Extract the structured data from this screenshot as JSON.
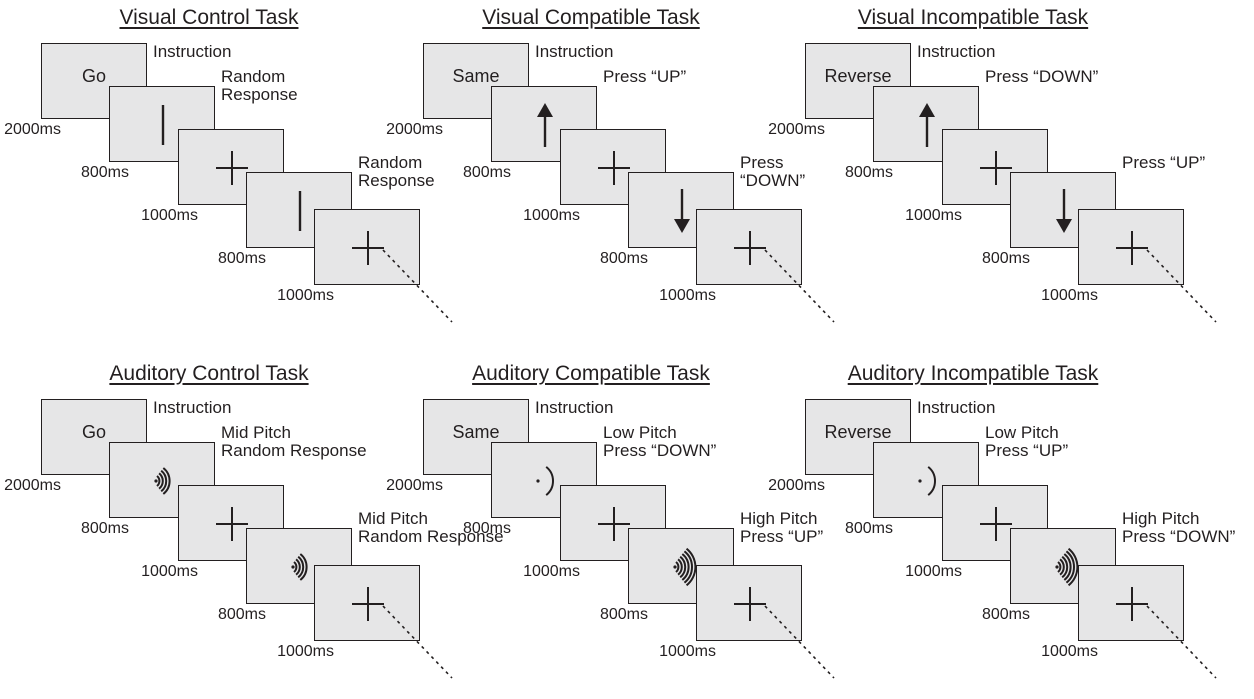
{
  "panels": [
    {
      "title": "Visual Control Task",
      "frames": [
        {
          "stimulus": "word",
          "text": "Go",
          "label": "Instruction",
          "time": "2000ms"
        },
        {
          "stimulus": "bar",
          "label": "Random\nResponse",
          "time": "800ms"
        },
        {
          "stimulus": "cross",
          "label": "",
          "time": "1000ms"
        },
        {
          "stimulus": "bar",
          "label": "Random\nResponse",
          "time": "800ms"
        },
        {
          "stimulus": "cross",
          "label": "",
          "time": "1000ms"
        }
      ]
    },
    {
      "title": "Visual Compatible Task",
      "frames": [
        {
          "stimulus": "word",
          "text": "Same",
          "label": "Instruction",
          "time": "2000ms"
        },
        {
          "stimulus": "arrow-up",
          "label": "Press “UP”",
          "time": "800ms"
        },
        {
          "stimulus": "cross",
          "label": "",
          "time": "1000ms"
        },
        {
          "stimulus": "arrow-down",
          "label": "Press\n“DOWN”",
          "time": "800ms"
        },
        {
          "stimulus": "cross",
          "label": "",
          "time": "1000ms"
        }
      ]
    },
    {
      "title": "Visual Incompatible Task",
      "frames": [
        {
          "stimulus": "word",
          "text": "Reverse",
          "label": "Instruction",
          "time": "2000ms"
        },
        {
          "stimulus": "arrow-up",
          "label": "Press “DOWN”",
          "time": "800ms"
        },
        {
          "stimulus": "cross",
          "label": "",
          "time": "1000ms"
        },
        {
          "stimulus": "arrow-down",
          "label": "Press “UP”",
          "time": "800ms"
        },
        {
          "stimulus": "cross",
          "label": "",
          "time": "1000ms"
        }
      ]
    },
    {
      "title": "Auditory Control Task",
      "frames": [
        {
          "stimulus": "word",
          "text": "Go",
          "label": "Instruction",
          "time": "2000ms"
        },
        {
          "stimulus": "sound-mid",
          "label": "Mid Pitch\nRandom Response",
          "time": "800ms"
        },
        {
          "stimulus": "cross",
          "label": "",
          "time": "1000ms"
        },
        {
          "stimulus": "sound-mid",
          "label": "Mid Pitch\nRandom Response",
          "time": "800ms"
        },
        {
          "stimulus": "cross",
          "label": "",
          "time": "1000ms"
        }
      ]
    },
    {
      "title": "Auditory Compatible Task",
      "frames": [
        {
          "stimulus": "word",
          "text": "Same",
          "label": "Instruction",
          "time": "2000ms"
        },
        {
          "stimulus": "sound-low",
          "label": "Low Pitch\nPress “DOWN”",
          "time": "800ms"
        },
        {
          "stimulus": "cross",
          "label": "",
          "time": "1000ms"
        },
        {
          "stimulus": "sound-high",
          "label": "High Pitch\nPress “UP”",
          "time": "800ms"
        },
        {
          "stimulus": "cross",
          "label": "",
          "time": "1000ms"
        }
      ]
    },
    {
      "title": "Auditory Incompatible Task",
      "frames": [
        {
          "stimulus": "word",
          "text": "Reverse",
          "label": "Instruction",
          "time": "2000ms"
        },
        {
          "stimulus": "sound-low",
          "label": "Low Pitch\nPress “UP”",
          "time": "800ms"
        },
        {
          "stimulus": "cross",
          "label": "",
          "time": "1000ms"
        },
        {
          "stimulus": "sound-high",
          "label": "High Pitch\nPress “DOWN”",
          "time": "800ms"
        },
        {
          "stimulus": "cross",
          "label": "",
          "time": "1000ms"
        }
      ]
    }
  ]
}
